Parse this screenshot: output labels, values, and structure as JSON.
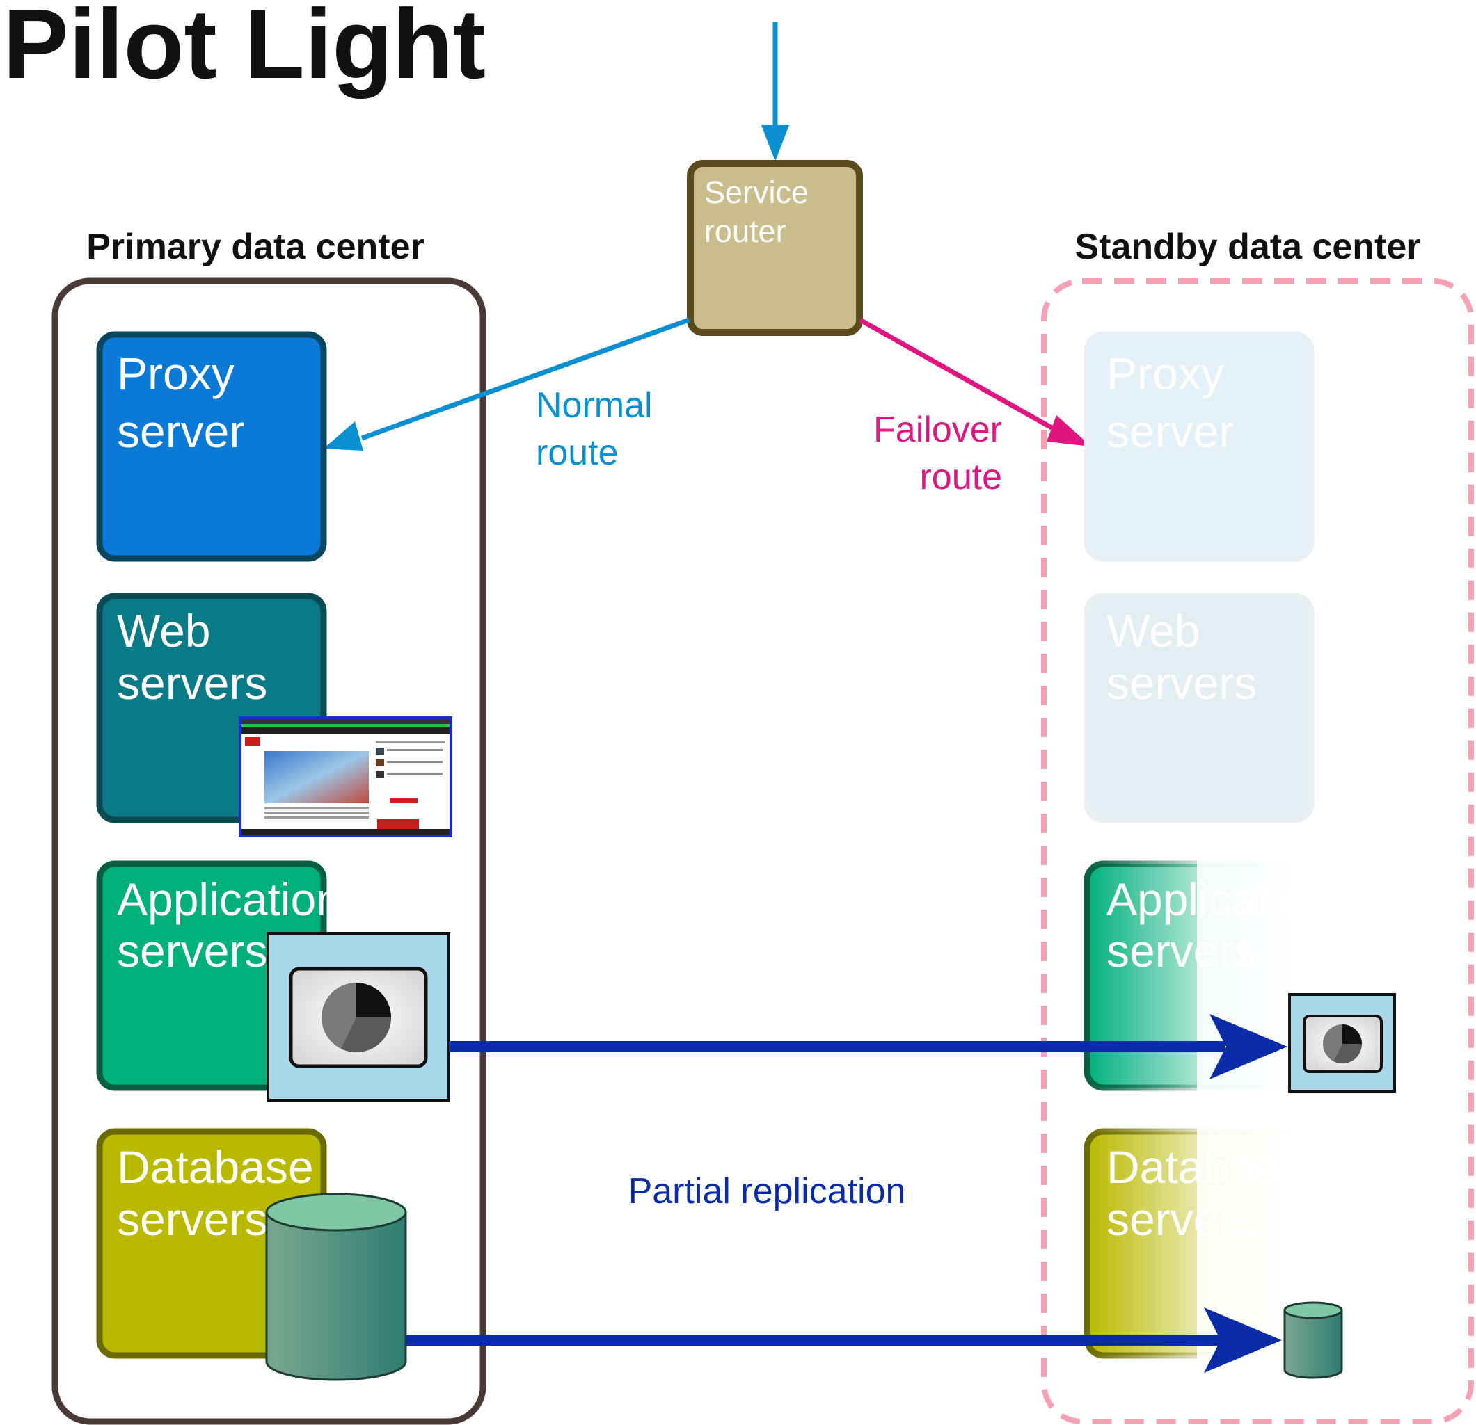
{
  "title": "Pilot Light",
  "colors": {
    "normal_route": "#0a8fd0",
    "failover_route": "#e0157f",
    "replication": "#0a2ca8",
    "primary_border": "#4a3a36",
    "standby_border": "#f6a1b3",
    "router_fill": "#c9be8b",
    "router_border": "#5b4a1c",
    "proxy_fill": "#0a7ad6",
    "web_fill": "#0a7a86",
    "app_fill": "#00b07a",
    "db_fill": "#b9b900"
  },
  "router": {
    "line1": "Service",
    "line2": "router"
  },
  "primary": {
    "label": "Primary data center",
    "tiers": [
      {
        "line1": "Proxy",
        "line2": "server",
        "icon": "none"
      },
      {
        "line1": "Web",
        "line2": "servers",
        "icon": "browser-screenshot-icon"
      },
      {
        "line1": "Application",
        "line2": "servers",
        "icon": "pie-chart-icon"
      },
      {
        "line1": "Database",
        "line2": "servers",
        "icon": "database-cylinder-icon"
      }
    ]
  },
  "standby": {
    "label": "Standby data center",
    "tiers": [
      {
        "line1": "Proxy",
        "line2": "server"
      },
      {
        "line1": "Web",
        "line2": "servers"
      },
      {
        "line1": "Application",
        "line2": "servers"
      },
      {
        "line1": "Database",
        "line2": "servers"
      }
    ]
  },
  "routes": {
    "normal": {
      "line1": "Normal",
      "line2": "route"
    },
    "failover": {
      "line1": "Failover",
      "line2": "route"
    },
    "replication": "Partial replication"
  }
}
